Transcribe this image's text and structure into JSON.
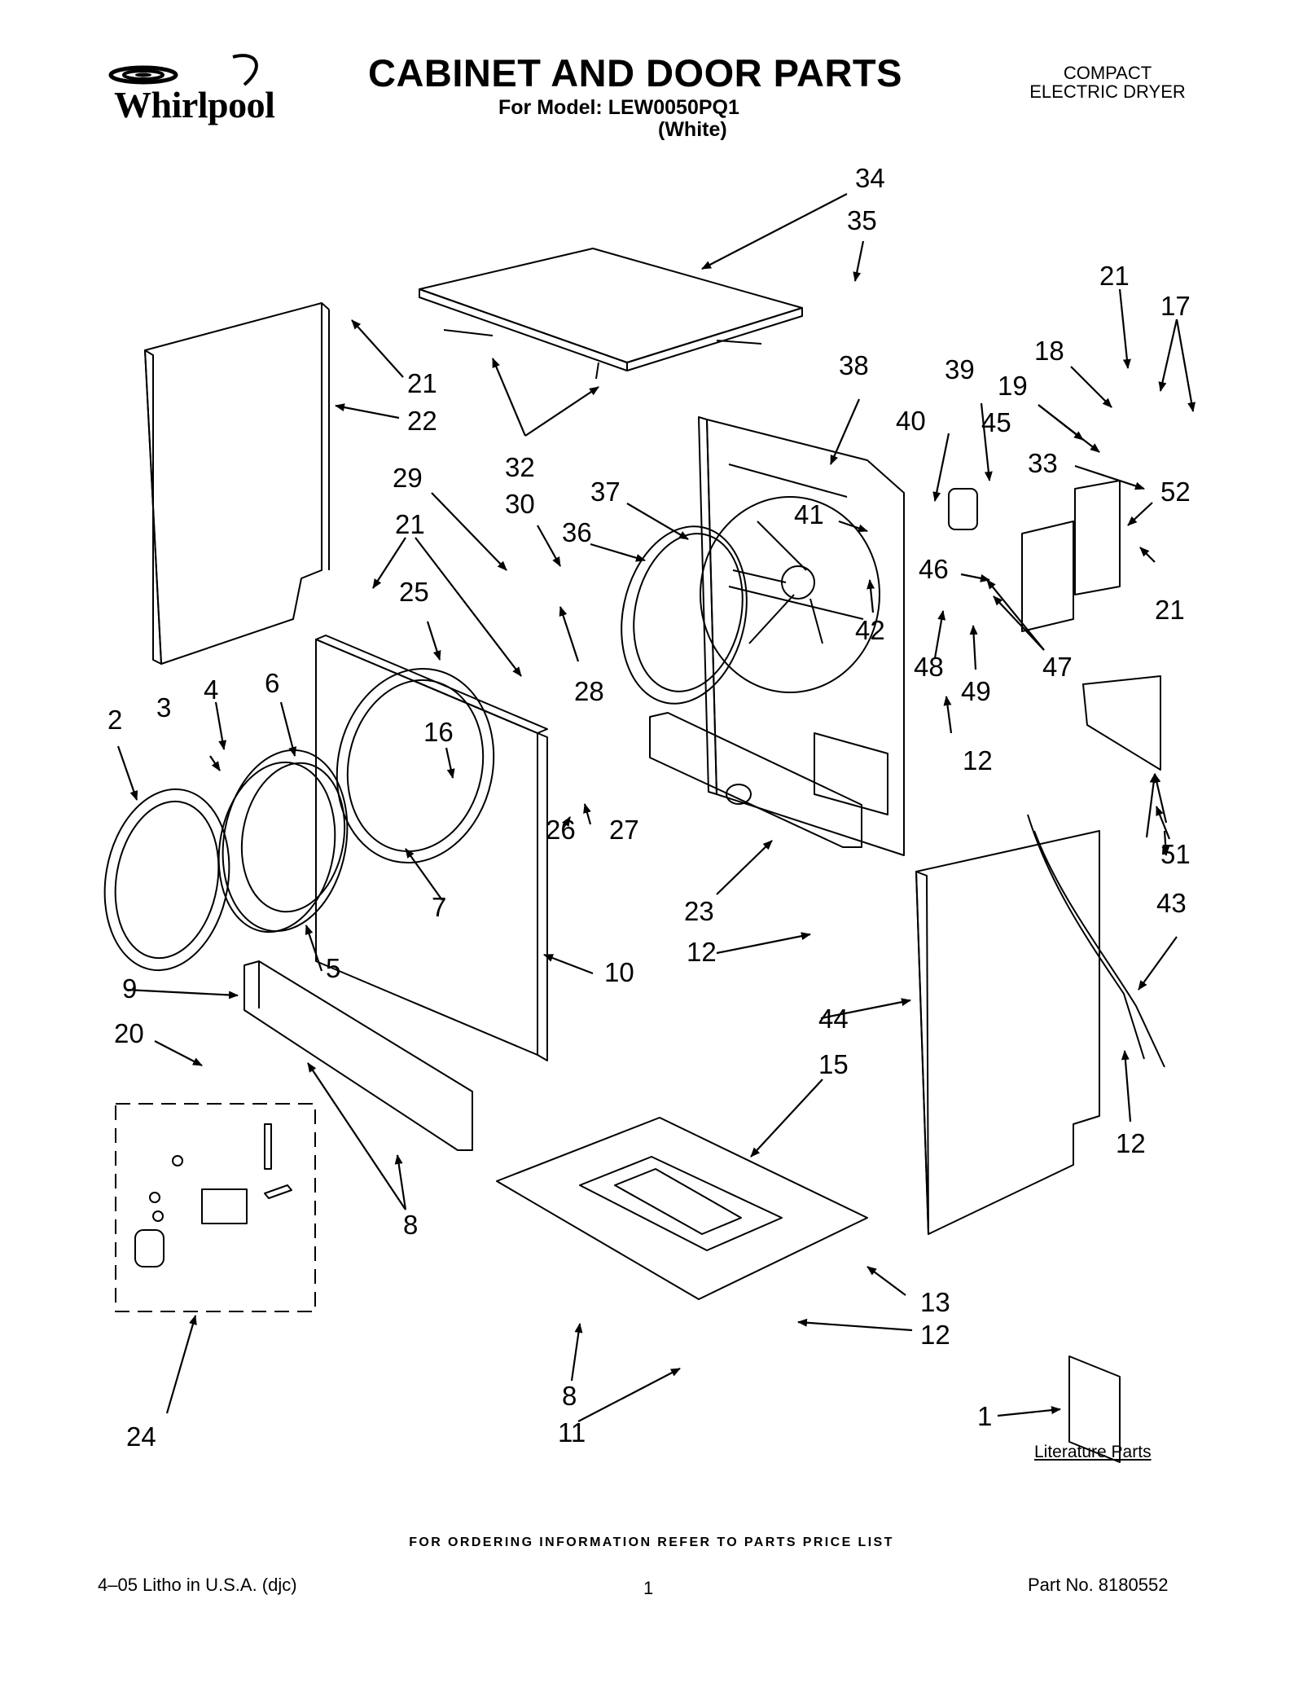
{
  "header": {
    "brand": "Whirlpool",
    "title": "CABINET AND DOOR PARTS",
    "model_line": "For Model: LEW0050PQ1",
    "color_line": "(White)",
    "product_line1": "COMPACT",
    "product_line2": "ELECTRIC DRYER"
  },
  "callouts": {
    "c34": "34",
    "c35": "35",
    "c21a": "21",
    "c17": "17",
    "c18": "18",
    "c19": "19",
    "c21b": "21",
    "c22": "22",
    "c38": "38",
    "c39": "39",
    "c40": "40",
    "c45": "45",
    "c32": "32",
    "c33": "33",
    "c52": "52",
    "c29": "29",
    "c30": "30",
    "c37": "37",
    "c36": "36",
    "c41": "41",
    "c21c": "21",
    "c25": "25",
    "c46": "46",
    "c21d": "21",
    "c47": "47",
    "c42": "42",
    "c48": "48",
    "c49": "49",
    "c28": "28",
    "c6": "6",
    "c4": "4",
    "c3": "3",
    "c2": "2",
    "c16": "16",
    "c12a": "12",
    "c26": "26",
    "c27": "27",
    "c51": "51",
    "c43": "43",
    "c7": "7",
    "c23": "23",
    "c5": "5",
    "c12b": "12",
    "c10": "10",
    "c9": "9",
    "c44": "44",
    "c20": "20",
    "c15": "15",
    "c12c": "12",
    "c8a": "8",
    "c13": "13",
    "c12d": "12",
    "c8b": "8",
    "c24": "24",
    "c11": "11",
    "c1": "1"
  },
  "literature_label": "Literature Parts",
  "footer": {
    "ordering_note": "FOR ORDERING INFORMATION REFER TO PARTS PRICE LIST",
    "litho": "4–05 Litho in U.S.A. (djc)",
    "page_number": "1",
    "part_number": "Part No. 8180552"
  }
}
